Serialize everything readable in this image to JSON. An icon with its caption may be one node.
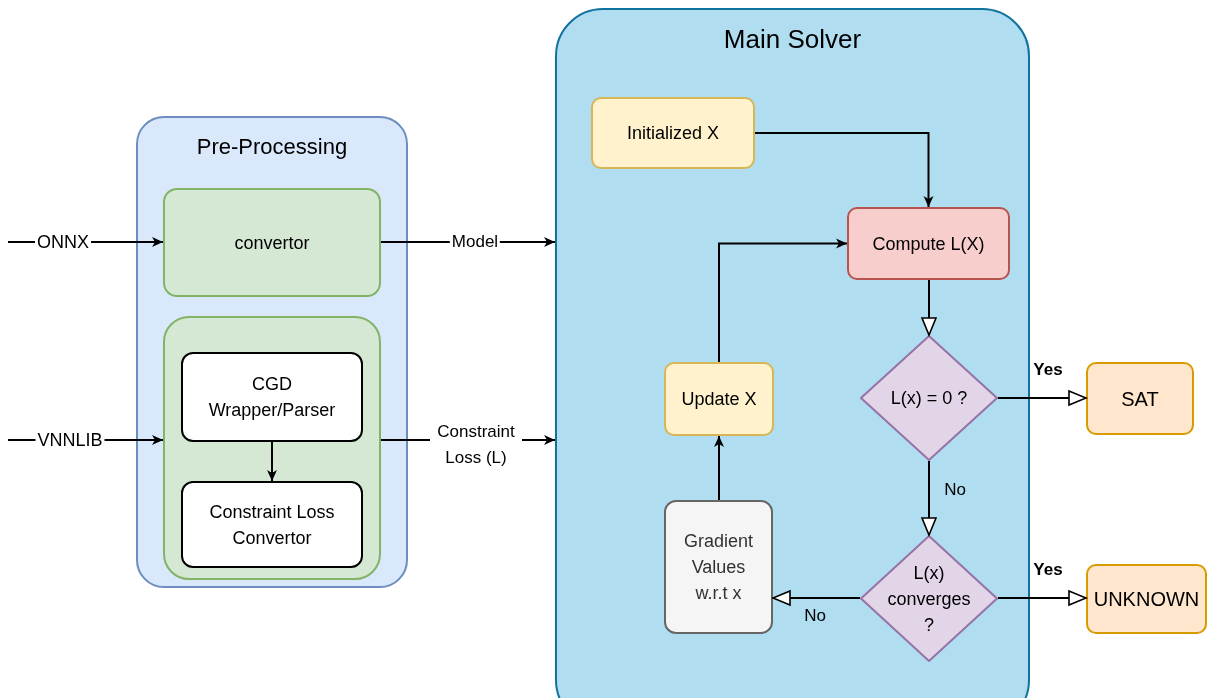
{
  "diagram": {
    "nodes": [
      {
        "text": [
          "Pre-Processing"
        ]
      },
      {
        "text": [
          "convertor"
        ],
        "in": 0
      },
      {
        "text": [],
        "shape": "box",
        "in": 0
      },
      {
        "text": [
          "CGD Wrapper/Parser"
        ],
        "in": 2
      },
      {
        "text": [
          "Constraint Loss Convertor"
        ],
        "in": 2
      },
      {
        "text": [
          "Main Solver"
        ]
      },
      {
        "text": [
          "Initialized X"
        ],
        "in": 5
      },
      {
        "text": [
          "Compute L(X)"
        ],
        "in": 5
      },
      {
        "text": [
          "Update X"
        ],
        "in": 5
      },
      {
        "text": [
          "L(x) = 0 ?"
        ],
        "in": 5
      },
      {
        "text": [
          "Gradient Values w.r.t  x"
        ],
        "in": 5
      },
      {
        "text": [
          "L(x) converges ?"
        ],
        "in": 5
      },
      {
        "text": [
          "SAT"
        ]
      },
      {
        "text": [
          "UNKNOWN"
        ]
      }
    ],
    "edges": [
      {
        "from": null,
        "to": 1,
        "arrow": "to",
        "label": "ONNX"
      },
      {
        "from": null,
        "to": 2,
        "arrow": "to",
        "label": "VNNLIB"
      },
      {
        "from": 1,
        "to": 5,
        "arrow": "to",
        "label": "Model"
      },
      {
        "from": 2,
        "to": 5,
        "arrow": "to",
        "label": "Constraint Loss (L)"
      },
      {
        "from": 3,
        "to": 4,
        "arrow": "to"
      },
      {
        "from": 6,
        "to": 7,
        "arrow": "to"
      },
      {
        "from": 8,
        "to": 7,
        "arrow": "to"
      },
      {
        "from": 7,
        "to": 9,
        "arrow": "to"
      },
      {
        "from": 9,
        "to": 11,
        "arrow": "to",
        "label": "No"
      },
      {
        "from": 9,
        "to": 12,
        "arrow": "to",
        "label": "Yes"
      },
      {
        "from": 11,
        "to": 13,
        "arrow": "to",
        "label": "Yes"
      },
      {
        "from": 11,
        "to": 10,
        "arrow": "to",
        "label": "No"
      },
      {
        "from": 10,
        "to": 8,
        "arrow": "to"
      }
    ]
  }
}
